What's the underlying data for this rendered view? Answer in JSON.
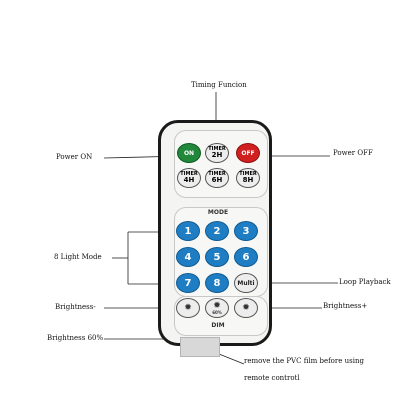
{
  "callouts": {
    "timing_function": "Timing Funcion",
    "power_on": "Power ON",
    "power_off": "Power OFF",
    "light_mode": "8 Light Mode",
    "loop_playback": "Loop  Playback",
    "brightness_minus": "Brightness-",
    "brightness_plus": "Brightness+",
    "brightness_60": "Brightness 60%",
    "film_line1": "remove the PVC film before using",
    "film_line2": "remote controtl"
  },
  "remote": {
    "on_label": "ON",
    "off_label": "OFF",
    "timer_word": "TIMER",
    "timer_2h": "2H",
    "timer_4h": "4H",
    "timer_6h": "6H",
    "timer_8h": "8H",
    "mode_label": "MODE",
    "mode_numbers": [
      "1",
      "2",
      "3",
      "4",
      "5",
      "6",
      "7",
      "8"
    ],
    "multi_label": "Multi",
    "percent_label": "60%",
    "dim_label": "DIM",
    "sun_glyph": "✹"
  },
  "colors": {
    "on_button": "#21873a",
    "off_button": "#d12020",
    "number_button": "#1f7dc3"
  }
}
